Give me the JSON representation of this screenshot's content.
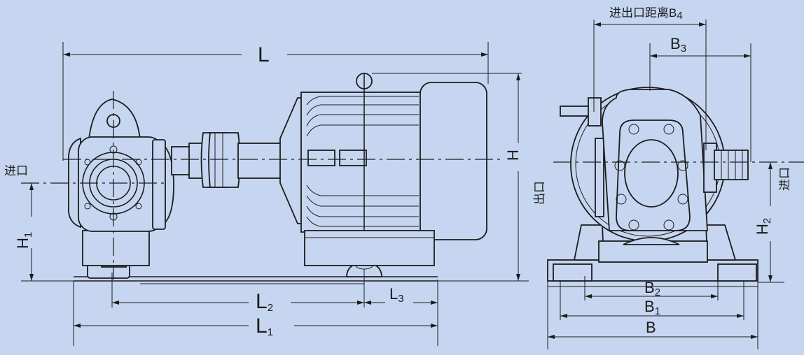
{
  "dimensions": {
    "L": "L",
    "L1": "L",
    "L1_sub": "1",
    "L2": "L",
    "L2_sub": "2",
    "L3": "L",
    "L3_sub": "3",
    "H": "H",
    "H1": "H",
    "H1_sub": "1",
    "H2": "H",
    "H2_sub": "2",
    "B": "B",
    "B1": "B",
    "B1_sub": "1",
    "B2": "B",
    "B2_sub": "2",
    "B3": "B",
    "B3_sub": "3",
    "B4_prefix": "进出口距离B",
    "B4_sub": "4"
  },
  "ports": {
    "inlet_left": "进口",
    "outlet_right_view": "出口",
    "inlet_right_view": "进口"
  }
}
